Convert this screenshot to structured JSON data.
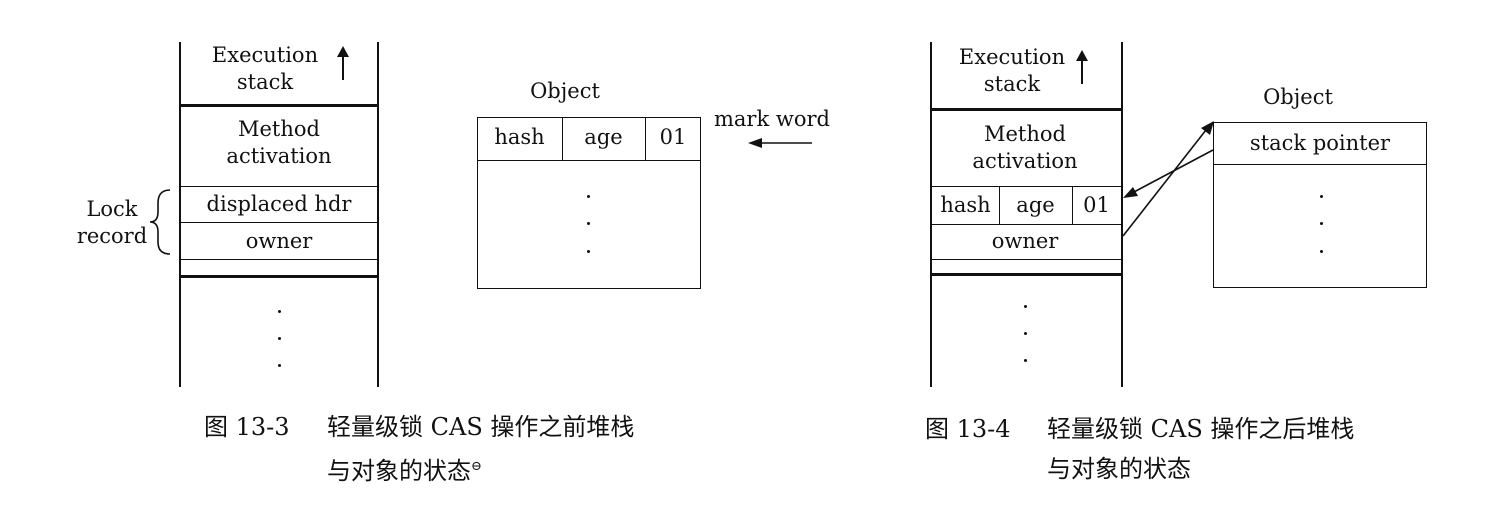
{
  "figure_left": {
    "stack_title": "Execution\nstack",
    "method_activation": "Method\nactivation",
    "displaced_hdr": "displaced hdr",
    "owner": "owner",
    "lock_record_label": "Lock\nrecord",
    "object_title": "Object",
    "object_cells": [
      "hash",
      "age",
      "01"
    ],
    "mark_word_label": "mark word",
    "caption_number": "图 13-3",
    "caption_line1": "轻量级锁 CAS 操作之前堆栈",
    "caption_line2": "与对象的状态",
    "caption_footnote_mark": "⊖"
  },
  "figure_right": {
    "stack_title": "Execution\nstack",
    "method_activation": "Method\nactivation",
    "stack_cells": [
      "hash",
      "age",
      "01"
    ],
    "owner": "owner",
    "object_title": "Object",
    "stack_pointer": "stack pointer",
    "caption_number": "图 13-4",
    "caption_line1": "轻量级锁 CAS 操作之后堆栈",
    "caption_line2": "与对象的状态"
  }
}
